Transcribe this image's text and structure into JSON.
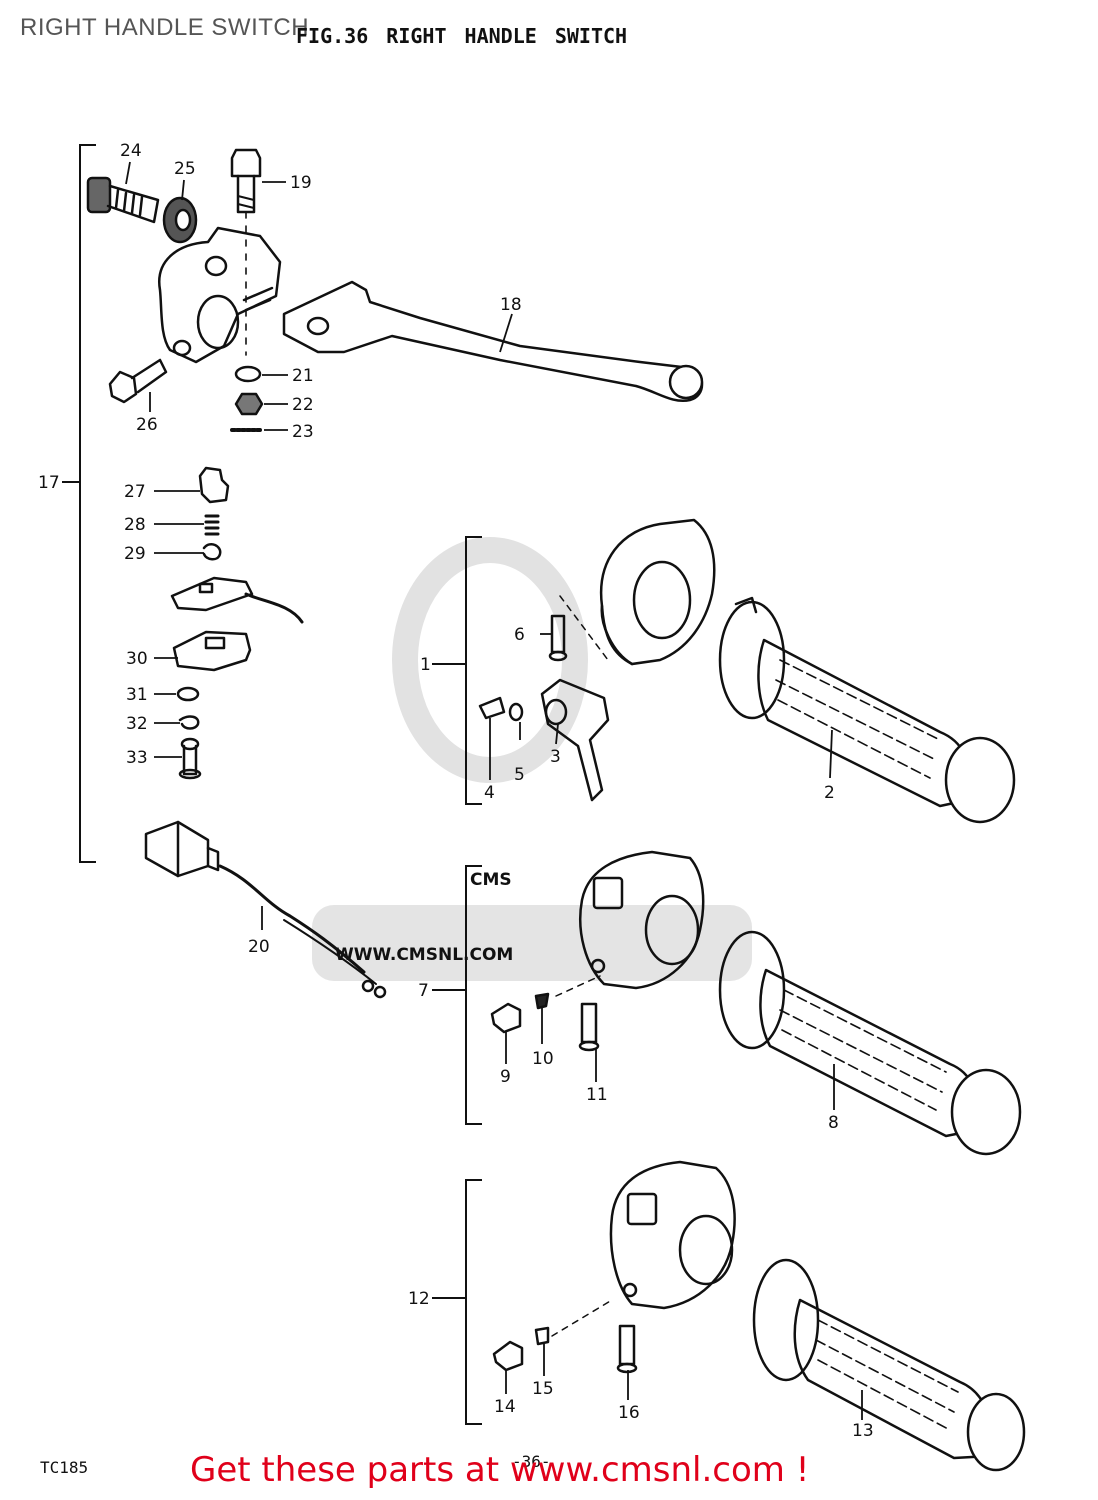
{
  "page_title": "RIGHT HANDLE SWITCH",
  "figure_title": "FIG.36  RIGHT HANDLE SWITCH",
  "watermark": {
    "brand": "CMS",
    "url": "WWW.CMSNL.COM"
  },
  "model_code": "TC185",
  "page_number": "-36-",
  "footer_link": "Get these parts at www.cmsnl.com !",
  "colors": {
    "footer_link": "#e0001a",
    "watermark": "#d8d8d8"
  },
  "callouts": {
    "c1": "1",
    "c2": "2",
    "c3": "3",
    "c4": "4",
    "c5": "5",
    "c6": "6",
    "c7": "7",
    "c8": "8",
    "c9": "9",
    "c10": "10",
    "c11": "11",
    "c12": "12",
    "c13": "13",
    "c14": "14",
    "c15": "15",
    "c16": "16",
    "c17": "17",
    "c18": "18",
    "c19": "19",
    "c20": "20",
    "c21": "21",
    "c22": "22",
    "c23": "23",
    "c24": "24",
    "c25": "25",
    "c26": "26",
    "c27": "27",
    "c28": "28",
    "c29": "29",
    "c30": "30",
    "c31": "31",
    "c32": "32",
    "c33": "33"
  }
}
